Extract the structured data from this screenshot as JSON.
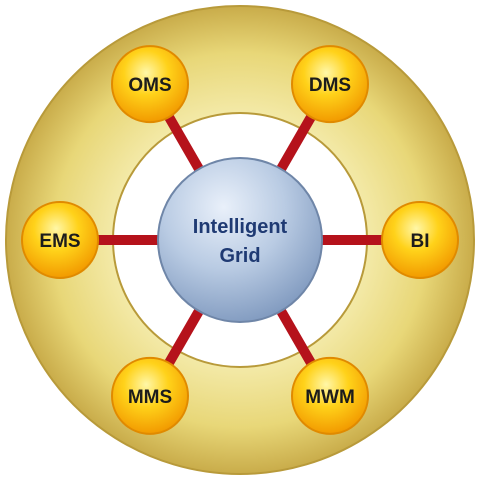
{
  "center": {
    "line1": "Intelligent",
    "line2": "Grid"
  },
  "nodes": [
    {
      "id": "oms",
      "label": "OMS",
      "angle": 240
    },
    {
      "id": "dms",
      "label": "DMS",
      "angle": 300
    },
    {
      "id": "bi",
      "label": "BI",
      "angle": 0
    },
    {
      "id": "mwm",
      "label": "MWM",
      "angle": 60
    },
    {
      "id": "mms",
      "label": "MMS",
      "angle": 120
    },
    {
      "id": "ems",
      "label": "EMS",
      "angle": 180
    }
  ],
  "colors": {
    "ring": "#e8d778",
    "ring_edge": "#b89a3a",
    "spoke": "#b5121b",
    "node": "#ffcc00",
    "node_edge": "#e08a00",
    "center": "#a9bdd8",
    "center_text": "#1f3a73"
  }
}
